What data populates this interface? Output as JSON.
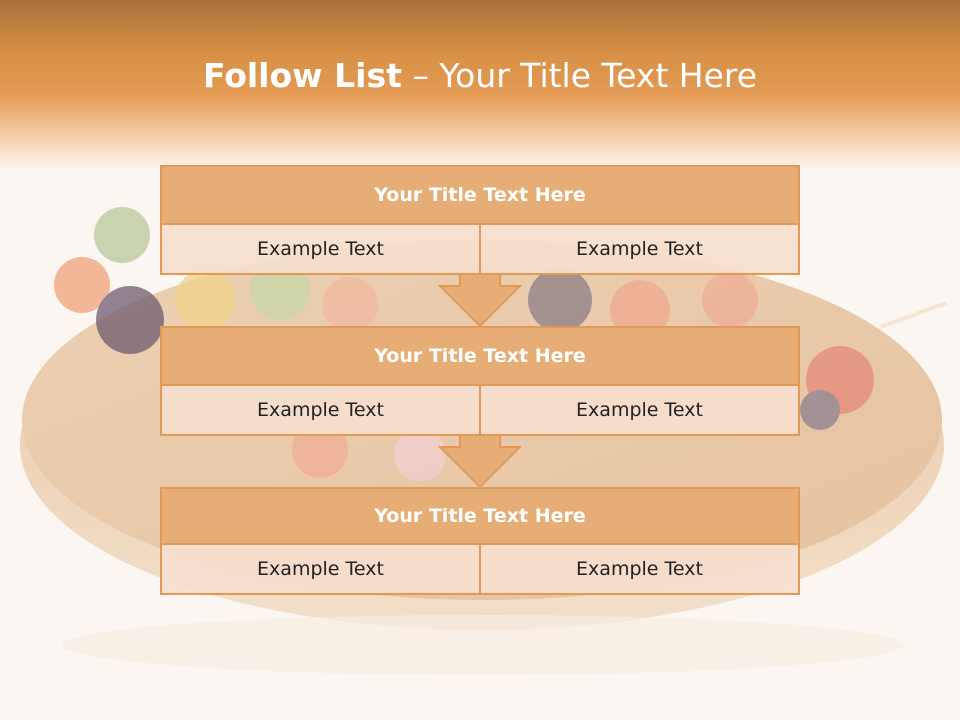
{
  "slide": {
    "title_bold": "Follow List",
    "title_rest": " – Your Title Text Here"
  },
  "blocks": [
    {
      "title": "Your Title Text Here",
      "left": "Example Text",
      "right": "Example Text"
    },
    {
      "title": "Your Title Text Here",
      "left": "Example Text",
      "right": "Example Text"
    },
    {
      "title": "Your Title Text Here",
      "left": "Example Text",
      "right": "Example Text"
    }
  ],
  "colors": {
    "accent": "#e09a55",
    "title_fill": "#e6ad76",
    "cell_fill": "#f5decd",
    "header_band": "#d68f44"
  }
}
